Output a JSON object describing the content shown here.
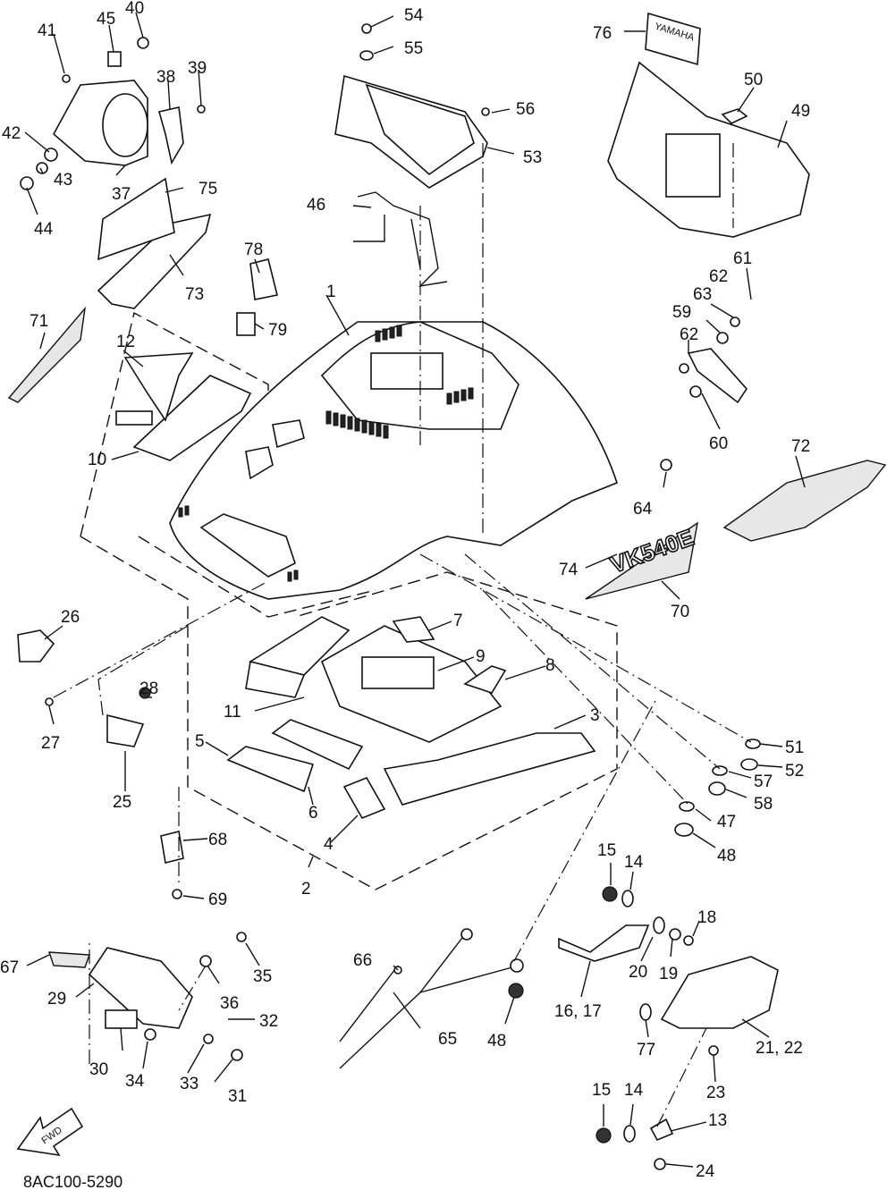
{
  "diagram": {
    "code": "8AC100-5290",
    "fwd_label": "FWD",
    "model_decal": "VK540E",
    "brand_decal": "YAMAHA"
  },
  "callouts": {
    "c1": "1",
    "c2": "2",
    "c3": "3",
    "c4": "4",
    "c5": "5",
    "c6": "6",
    "c7": "7",
    "c8": "8",
    "c9": "9",
    "c10": "10",
    "c11": "11",
    "c12": "12",
    "c13": "13",
    "c14a": "14",
    "c14b": "14",
    "c15a": "15",
    "c15b": "15",
    "c16_17": "16, 17",
    "c18": "18",
    "c19": "19",
    "c20": "20",
    "c21_22": "21, 22",
    "c23": "23",
    "c24": "24",
    "c25": "25",
    "c26": "26",
    "c27": "27",
    "c28": "28",
    "c29": "29",
    "c30": "30",
    "c31": "31",
    "c32": "32",
    "c33": "33",
    "c34": "34",
    "c35": "35",
    "c36": "36",
    "c37": "37",
    "c38": "38",
    "c39": "39",
    "c40": "40",
    "c41": "41",
    "c42": "42",
    "c43": "43",
    "c44": "44",
    "c45": "45",
    "c46": "46",
    "c47": "47",
    "c48a": "48",
    "c48b": "48",
    "c49": "49",
    "c50": "50",
    "c51": "51",
    "c52": "52",
    "c53": "53",
    "c54": "54",
    "c55": "55",
    "c56": "56",
    "c57": "57",
    "c58": "58",
    "c59": "59",
    "c60": "60",
    "c61": "61",
    "c62a": "62",
    "c62b": "62",
    "c63": "63",
    "c64": "64",
    "c65": "65",
    "c66": "66",
    "c67": "67",
    "c68": "68",
    "c69": "69",
    "c70": "70",
    "c71": "71",
    "c72": "72",
    "c73": "73",
    "c74": "74",
    "c75": "75",
    "c76": "76",
    "c77": "77",
    "c78": "78",
    "c79": "79"
  }
}
